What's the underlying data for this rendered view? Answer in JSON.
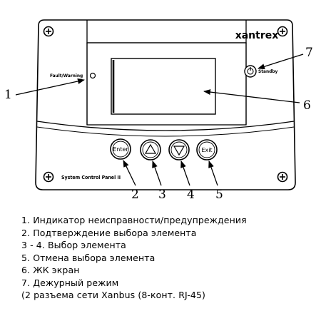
{
  "panel": {
    "brand": "xantrex",
    "fault_label": "Fault/Warning",
    "standby_label": "Standby",
    "model_label": "System Control Panel II",
    "buttons": {
      "enter": "Enter",
      "up_icon": "up-triangle-icon",
      "down_icon": "down-triangle-icon",
      "exit": "Exit"
    }
  },
  "callouts": {
    "c1": "1",
    "c2": "2",
    "c3": "3",
    "c4": "4",
    "c5": "5",
    "c6": "6",
    "c7": "7"
  },
  "legend": [
    "1. Индикатор неисправности/предупреждения",
    "2. Подтверждение выбора элемента",
    "3 - 4. Выбор элемента",
    "5. Отмена выбора элемента",
    "6. ЖК экран",
    "7. Дежурный режим",
    "(2 разъема сети Xanbus (8-конт. RJ-45)"
  ]
}
